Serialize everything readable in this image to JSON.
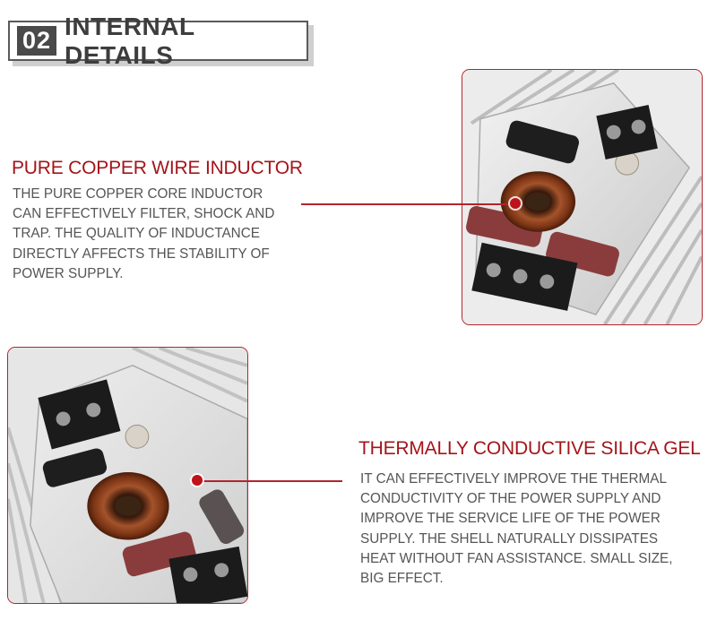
{
  "section": {
    "number": "02",
    "title": "INTERNAL DETAILS"
  },
  "feature_inductor": {
    "title": "PURE COPPER WIRE INDUCTOR",
    "lines": [
      "THE PURE COPPER CORE INDUCTOR",
      "CAN EFFECTIVELY FILTER, SHOCK AND",
      "TRAP. THE QUALITY OF INDUCTANCE",
      "DIRECTLY AFFECTS THE STABILITY OF",
      "POWER SUPPLY."
    ]
  },
  "feature_silica": {
    "title": "THERMALLY CONDUCTIVE SILICA GEL",
    "lines": [
      "IT CAN EFFECTIVELY IMPROVE THE THERMAL",
      "CONDUCTIVITY OF THE POWER SUPPLY AND",
      "IMPROVE THE SERVICE LIFE OF THE POWER",
      "SUPPLY. THE SHELL NATURALLY DISSIPATES",
      "HEAT WITHOUT FAN ASSISTANCE. SMALL SIZE,",
      "BIG EFFECT."
    ]
  },
  "colors": {
    "accent": "#a4141a",
    "body_text": "#555555",
    "badge": "#4a4a4a"
  }
}
